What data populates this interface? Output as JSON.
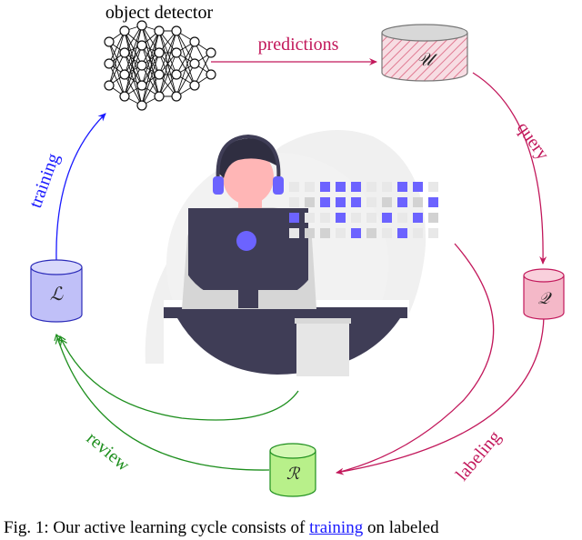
{
  "title": "object detector",
  "edges": {
    "predictions": "predictions",
    "query": "query",
    "labeling": "labeling",
    "review": "review",
    "training": "training"
  },
  "datasets": {
    "unlabeled": "𝒰",
    "query": "𝒬",
    "review": "ℛ",
    "labeled": "ℒ"
  },
  "caption": {
    "prefix": "Fig. 1: Our active learning cycle consists of ",
    "link": "training",
    "suffix": " on labeled"
  },
  "colors": {
    "training": "#1a1aff",
    "predictions": "#c2185b",
    "review": "#1e8f1e",
    "unlabeled_fill": "#e8a8b8",
    "query_fill": "#f4b8c8",
    "review_fill": "#b8f08a",
    "labeled_fill": "#c0c0f8",
    "accent_purple": "#6c63ff",
    "dark": "#3f3d56"
  }
}
